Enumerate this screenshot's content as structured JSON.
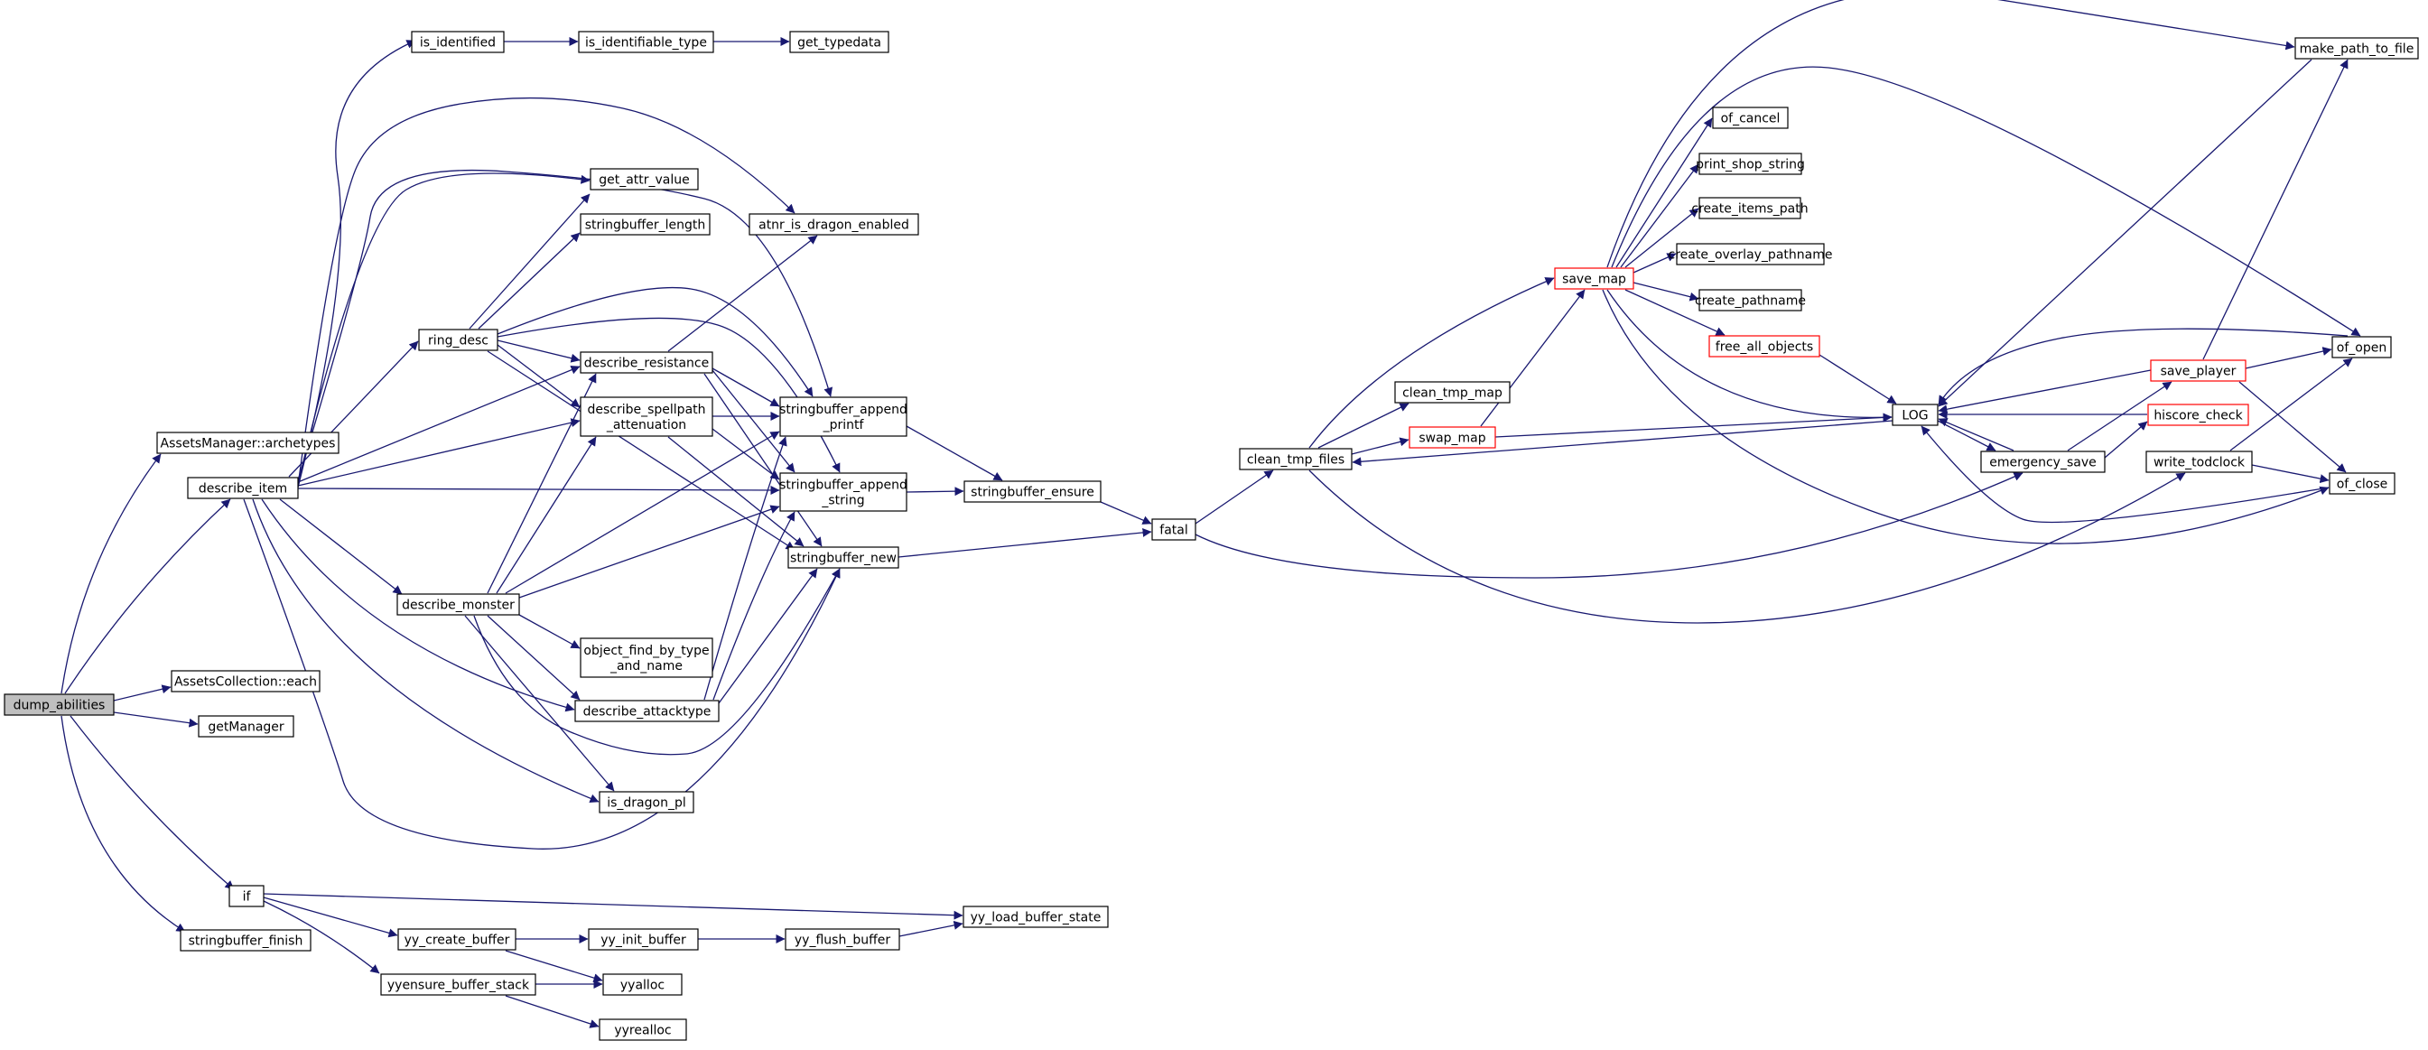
{
  "colors": {
    "edge": "#191970",
    "node_border": "#000000",
    "truncated_border": "#ff0000",
    "root_fill": "#bfbfbf",
    "background": "#ffffff"
  },
  "nodes": [
    {
      "id": "dump_abilities",
      "lines": [
        "dump_abilities"
      ],
      "style": "root"
    },
    {
      "id": "AssetsManager_archetypes",
      "lines": [
        "AssetsManager::archetypes"
      ]
    },
    {
      "id": "describe_item",
      "lines": [
        "describe_item"
      ]
    },
    {
      "id": "AssetsCollection_each",
      "lines": [
        "AssetsCollection::each"
      ]
    },
    {
      "id": "getManager",
      "lines": [
        "getManager"
      ]
    },
    {
      "id": "if",
      "lines": [
        "if"
      ]
    },
    {
      "id": "stringbuffer_finish",
      "lines": [
        "stringbuffer_finish"
      ]
    },
    {
      "id": "is_identified",
      "lines": [
        "is_identified"
      ]
    },
    {
      "id": "is_identifiable_type",
      "lines": [
        "is_identifiable_type"
      ]
    },
    {
      "id": "get_typedata",
      "lines": [
        "get_typedata"
      ]
    },
    {
      "id": "get_attr_value",
      "lines": [
        "get_attr_value"
      ]
    },
    {
      "id": "stringbuffer_length",
      "lines": [
        "stringbuffer_length"
      ]
    },
    {
      "id": "atnr_is_dragon_enabled",
      "lines": [
        "atnr_is_dragon_enabled"
      ]
    },
    {
      "id": "ring_desc",
      "lines": [
        "ring_desc"
      ]
    },
    {
      "id": "describe_resistance",
      "lines": [
        "describe_resistance"
      ]
    },
    {
      "id": "describe_spellpath_attenuation",
      "lines": [
        "describe_spellpath",
        "_attenuation"
      ]
    },
    {
      "id": "stringbuffer_append_printf",
      "lines": [
        "stringbuffer_append",
        "_printf"
      ]
    },
    {
      "id": "stringbuffer_append_string",
      "lines": [
        "stringbuffer_append",
        "_string"
      ]
    },
    {
      "id": "stringbuffer_new",
      "lines": [
        "stringbuffer_new"
      ]
    },
    {
      "id": "stringbuffer_ensure",
      "lines": [
        "stringbuffer_ensure"
      ]
    },
    {
      "id": "describe_monster",
      "lines": [
        "describe_monster"
      ]
    },
    {
      "id": "object_find_by_type_and_name",
      "lines": [
        "object_find_by_type",
        "_and_name"
      ]
    },
    {
      "id": "describe_attacktype",
      "lines": [
        "describe_attacktype"
      ]
    },
    {
      "id": "is_dragon_pl",
      "lines": [
        "is_dragon_pl"
      ]
    },
    {
      "id": "fatal",
      "lines": [
        "fatal"
      ]
    },
    {
      "id": "clean_tmp_files",
      "lines": [
        "clean_tmp_files"
      ]
    },
    {
      "id": "clean_tmp_map",
      "lines": [
        "clean_tmp_map"
      ]
    },
    {
      "id": "swap_map",
      "lines": [
        "swap_map"
      ],
      "style": "truncated"
    },
    {
      "id": "save_map",
      "lines": [
        "save_map"
      ],
      "style": "truncated"
    },
    {
      "id": "of_cancel",
      "lines": [
        "of_cancel"
      ]
    },
    {
      "id": "print_shop_string",
      "lines": [
        "print_shop_string"
      ]
    },
    {
      "id": "create_items_path",
      "lines": [
        "create_items_path"
      ]
    },
    {
      "id": "create_overlay_pathname",
      "lines": [
        "create_overlay_pathname"
      ]
    },
    {
      "id": "create_pathname",
      "lines": [
        "create_pathname"
      ]
    },
    {
      "id": "free_all_objects",
      "lines": [
        "free_all_objects"
      ],
      "style": "truncated"
    },
    {
      "id": "LOG",
      "lines": [
        "LOG"
      ]
    },
    {
      "id": "emergency_save",
      "lines": [
        "emergency_save"
      ]
    },
    {
      "id": "save_player",
      "lines": [
        "save_player"
      ],
      "style": "truncated"
    },
    {
      "id": "hiscore_check",
      "lines": [
        "hiscore_check"
      ],
      "style": "truncated"
    },
    {
      "id": "write_todclock",
      "lines": [
        "write_todclock"
      ]
    },
    {
      "id": "make_path_to_file",
      "lines": [
        "make_path_to_file"
      ]
    },
    {
      "id": "of_open",
      "lines": [
        "of_open"
      ]
    },
    {
      "id": "of_close",
      "lines": [
        "of_close"
      ]
    },
    {
      "id": "yy_load_buffer_state",
      "lines": [
        "yy_load_buffer_state"
      ]
    },
    {
      "id": "yy_create_buffer",
      "lines": [
        "yy_create_buffer"
      ]
    },
    {
      "id": "yy_init_buffer",
      "lines": [
        "yy_init_buffer"
      ]
    },
    {
      "id": "yy_flush_buffer",
      "lines": [
        "yy_flush_buffer"
      ]
    },
    {
      "id": "yyensure_buffer_stack",
      "lines": [
        "yyensure_buffer_stack"
      ]
    },
    {
      "id": "yyalloc",
      "lines": [
        "yyalloc"
      ]
    },
    {
      "id": "yyrealloc",
      "lines": [
        "yyrealloc"
      ]
    }
  ],
  "edges": [
    [
      "dump_abilities",
      "AssetsManager_archetypes"
    ],
    [
      "dump_abilities",
      "describe_item"
    ],
    [
      "dump_abilities",
      "AssetsCollection_each"
    ],
    [
      "dump_abilities",
      "getManager"
    ],
    [
      "dump_abilities",
      "if"
    ],
    [
      "dump_abilities",
      "stringbuffer_finish"
    ],
    [
      "describe_item",
      "is_identified"
    ],
    [
      "describe_item",
      "atnr_is_dragon_enabled"
    ],
    [
      "describe_item",
      "get_attr_value"
    ],
    [
      "describe_item",
      "ring_desc"
    ],
    [
      "describe_item",
      "describe_resistance"
    ],
    [
      "describe_item",
      "describe_spellpath_attenuation"
    ],
    [
      "describe_item",
      "stringbuffer_append_printf"
    ],
    [
      "describe_item",
      "stringbuffer_append_string"
    ],
    [
      "describe_item",
      "describe_monster"
    ],
    [
      "describe_item",
      "describe_attacktype"
    ],
    [
      "describe_item",
      "is_dragon_pl"
    ],
    [
      "describe_item",
      "stringbuffer_new"
    ],
    [
      "is_identified",
      "is_identifiable_type"
    ],
    [
      "is_identifiable_type",
      "get_typedata"
    ],
    [
      "ring_desc",
      "get_attr_value"
    ],
    [
      "ring_desc",
      "stringbuffer_length"
    ],
    [
      "ring_desc",
      "describe_resistance"
    ],
    [
      "ring_desc",
      "describe_spellpath_attenuation"
    ],
    [
      "ring_desc",
      "stringbuffer_append_printf"
    ],
    [
      "ring_desc",
      "stringbuffer_append_string"
    ],
    [
      "ring_desc",
      "stringbuffer_new"
    ],
    [
      "describe_resistance",
      "atnr_is_dragon_enabled"
    ],
    [
      "describe_resistance",
      "stringbuffer_append_printf"
    ],
    [
      "describe_resistance",
      "stringbuffer_append_string"
    ],
    [
      "describe_resistance",
      "stringbuffer_new"
    ],
    [
      "describe_spellpath_attenuation",
      "stringbuffer_append_printf"
    ],
    [
      "describe_spellpath_attenuation",
      "stringbuffer_append_string"
    ],
    [
      "describe_spellpath_attenuation",
      "stringbuffer_new"
    ],
    [
      "stringbuffer_append_printf",
      "stringbuffer_ensure"
    ],
    [
      "stringbuffer_append_string",
      "stringbuffer_ensure"
    ],
    [
      "stringbuffer_ensure",
      "fatal"
    ],
    [
      "stringbuffer_new",
      "fatal"
    ],
    [
      "describe_monster",
      "describe_resistance"
    ],
    [
      "describe_monster",
      "describe_spellpath_attenuation"
    ],
    [
      "describe_monster",
      "stringbuffer_append_printf"
    ],
    [
      "describe_monster",
      "stringbuffer_append_string"
    ],
    [
      "describe_monster",
      "object_find_by_type_and_name"
    ],
    [
      "describe_monster",
      "describe_attacktype"
    ],
    [
      "describe_monster",
      "is_dragon_pl"
    ],
    [
      "describe_monster",
      "stringbuffer_new"
    ],
    [
      "describe_attacktype",
      "stringbuffer_append_printf"
    ],
    [
      "describe_attacktype",
      "stringbuffer_append_string"
    ],
    [
      "describe_attacktype",
      "stringbuffer_new"
    ],
    [
      "fatal",
      "clean_tmp_files"
    ],
    [
      "fatal",
      "emergency_save"
    ],
    [
      "clean_tmp_files",
      "save_map"
    ],
    [
      "clean_tmp_files",
      "clean_tmp_map"
    ],
    [
      "clean_tmp_files",
      "swap_map"
    ],
    [
      "clean_tmp_files",
      "write_todclock"
    ],
    [
      "swap_map",
      "save_map"
    ],
    [
      "swap_map",
      "LOG"
    ],
    [
      "save_map",
      "make_path_to_file"
    ],
    [
      "save_map",
      "of_cancel"
    ],
    [
      "save_map",
      "print_shop_string"
    ],
    [
      "save_map",
      "create_items_path"
    ],
    [
      "save_map",
      "create_overlay_pathname"
    ],
    [
      "save_map",
      "create_pathname"
    ],
    [
      "save_map",
      "free_all_objects"
    ],
    [
      "save_map",
      "LOG"
    ],
    [
      "save_map",
      "of_open"
    ],
    [
      "save_map",
      "of_close"
    ],
    [
      "free_all_objects",
      "LOG"
    ],
    [
      "LOG",
      "clean_tmp_files"
    ],
    [
      "LOG",
      "emergency_save"
    ],
    [
      "emergency_save",
      "LOG"
    ],
    [
      "emergency_save",
      "save_player"
    ],
    [
      "emergency_save",
      "hiscore_check"
    ],
    [
      "save_player",
      "LOG"
    ],
    [
      "save_player",
      "make_path_to_file"
    ],
    [
      "save_player",
      "of_open"
    ],
    [
      "save_player",
      "of_close"
    ],
    [
      "hiscore_check",
      "LOG"
    ],
    [
      "write_todclock",
      "of_open"
    ],
    [
      "write_todclock",
      "of_close"
    ],
    [
      "make_path_to_file",
      "LOG"
    ],
    [
      "of_open",
      "LOG"
    ],
    [
      "of_close",
      "LOG"
    ],
    [
      "if",
      "yy_load_buffer_state"
    ],
    [
      "if",
      "yy_create_buffer"
    ],
    [
      "if",
      "yyensure_buffer_stack"
    ],
    [
      "yy_create_buffer",
      "yy_init_buffer"
    ],
    [
      "yy_create_buffer",
      "yyalloc"
    ],
    [
      "yy_init_buffer",
      "yy_flush_buffer"
    ],
    [
      "yy_flush_buffer",
      "yy_load_buffer_state"
    ],
    [
      "yyensure_buffer_stack",
      "yyalloc"
    ],
    [
      "yyensure_buffer_stack",
      "yyrealloc"
    ]
  ]
}
